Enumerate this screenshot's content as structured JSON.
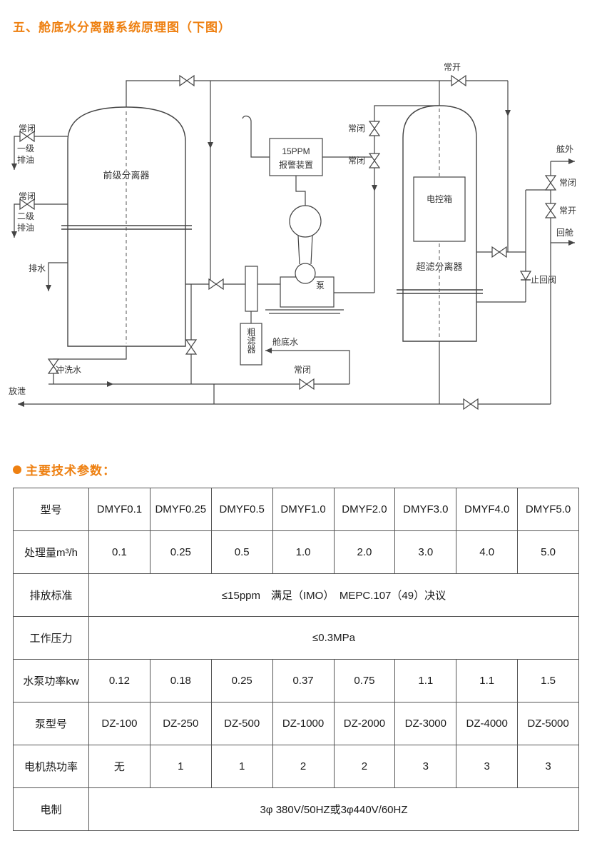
{
  "page": {
    "title": "五、舱底水分离器系统原理图（下图）",
    "params_heading": "主要技术参数："
  },
  "diagram": {
    "labels": {
      "pre_separator": "前级分离器",
      "ultra_separator": "超滤分离器",
      "control_box": "电控箱",
      "alarm_line1": "15PPM",
      "alarm_line2": "报警装置",
      "pump": "泵",
      "coarse_filter": "粗滤器",
      "bilge_water": "舱底水",
      "normally_open": "常开",
      "normally_closed": "常闭",
      "first_stage_oil": "一级排油",
      "second_stage_oil": "二级排油",
      "drain_water": "排水",
      "flush_water": "冲洗水",
      "vent_drain": "放泄",
      "overboard": "舷外",
      "return_to_cabin": "回舱",
      "check_valve": "止回阀"
    }
  },
  "table": {
    "rows": [
      {
        "header": "型号",
        "cells": [
          "DMYF0.1",
          "DMYF0.25",
          "DMYF0.5",
          "DMYF1.0",
          "DMYF2.0",
          "DMYF3.0",
          "DMYF4.0",
          "DMYF5.0"
        ]
      },
      {
        "header": "处理量m³/h",
        "cells": [
          "0.1",
          "0.25",
          "0.5",
          "1.0",
          "2.0",
          "3.0",
          "4.0",
          "5.0"
        ]
      },
      {
        "header": "排放标准",
        "span": "≤15ppm　满足（IMO）　MEPC.107（49）决议"
      },
      {
        "header": "工作压力",
        "span": "≤0.3MPa"
      },
      {
        "header": "水泵功率kw",
        "cells": [
          "0.12",
          "0.18",
          "0.25",
          "0.37",
          "0.75",
          "1.1",
          "1.1",
          "1.5"
        ]
      },
      {
        "header": "泵型号",
        "cells": [
          "DZ-100",
          "DZ-250",
          "DZ-500",
          "DZ-1000",
          "DZ-2000",
          "DZ-3000",
          "DZ-4000",
          "DZ-5000"
        ]
      },
      {
        "header": "电机热功率",
        "cells": [
          "无",
          "1",
          "1",
          "2",
          "2",
          "3",
          "3",
          "3"
        ]
      },
      {
        "header": "电制",
        "span": "3φ 380V/50HZ或3φ440V/60HZ"
      }
    ]
  }
}
